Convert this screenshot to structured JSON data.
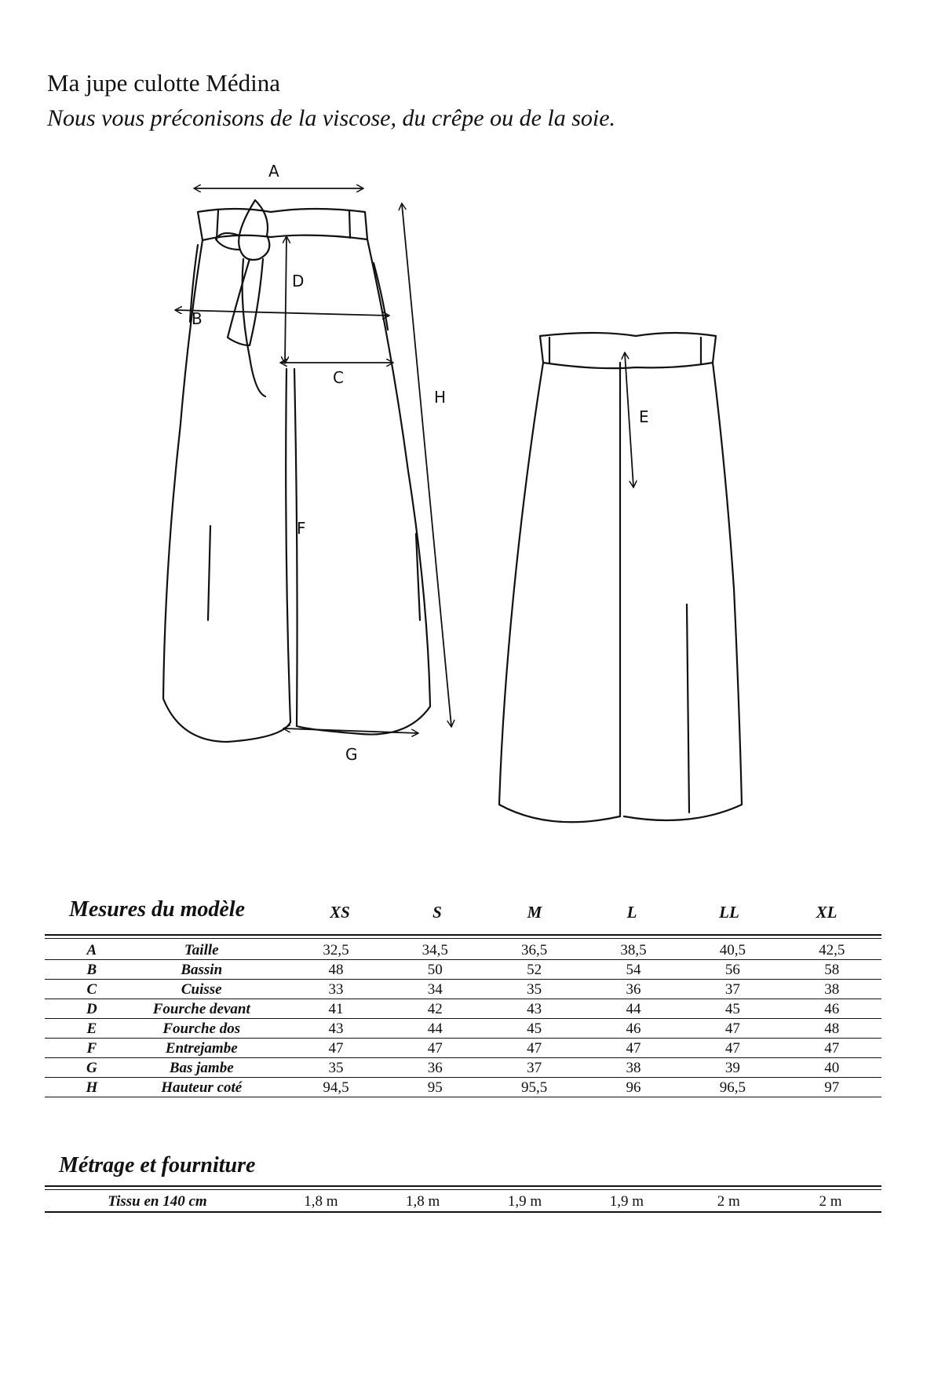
{
  "header": {
    "title": "Ma jupe culotte Médina",
    "subtitle": "Nous vous préconisons de la viscose, du crêpe ou de la soie."
  },
  "diagram": {
    "labels": {
      "A": "A",
      "B": "B",
      "C": "C",
      "D": "D",
      "E": "E",
      "F": "F",
      "G": "G",
      "H": "H"
    }
  },
  "measurements": {
    "title": "Mesures du modèle",
    "sizes": [
      "XS",
      "S",
      "M",
      "L",
      "LL",
      "XL"
    ],
    "rows": [
      {
        "letter": "A",
        "name": "Taille",
        "values": [
          "32,5",
          "34,5",
          "36,5",
          "38,5",
          "40,5",
          "42,5"
        ]
      },
      {
        "letter": "B",
        "name": "Bassin",
        "values": [
          "48",
          "50",
          "52",
          "54",
          "56",
          "58"
        ]
      },
      {
        "letter": "C",
        "name": "Cuisse",
        "values": [
          "33",
          "34",
          "35",
          "36",
          "37",
          "38"
        ]
      },
      {
        "letter": "D",
        "name": "Fourche devant",
        "values": [
          "41",
          "42",
          "43",
          "44",
          "45",
          "46"
        ]
      },
      {
        "letter": "E",
        "name": "Fourche dos",
        "values": [
          "43",
          "44",
          "45",
          "46",
          "47",
          "48"
        ]
      },
      {
        "letter": "F",
        "name": "Entrejambe",
        "values": [
          "47",
          "47",
          "47",
          "47",
          "47",
          "47"
        ]
      },
      {
        "letter": "G",
        "name": "Bas jambe",
        "values": [
          "35",
          "36",
          "37",
          "38",
          "39",
          "40"
        ]
      },
      {
        "letter": "H",
        "name": "Hauteur coté",
        "values": [
          "94,5",
          "95",
          "95,5",
          "96",
          "96,5",
          "97"
        ]
      }
    ]
  },
  "fabric": {
    "title": "Métrage et fourniture",
    "row": {
      "name": "Tissu en 140 cm",
      "values": [
        "1,8 m",
        "1,8 m",
        "1,9 m",
        "1,9 m",
        "2 m",
        "2 m"
      ]
    }
  }
}
